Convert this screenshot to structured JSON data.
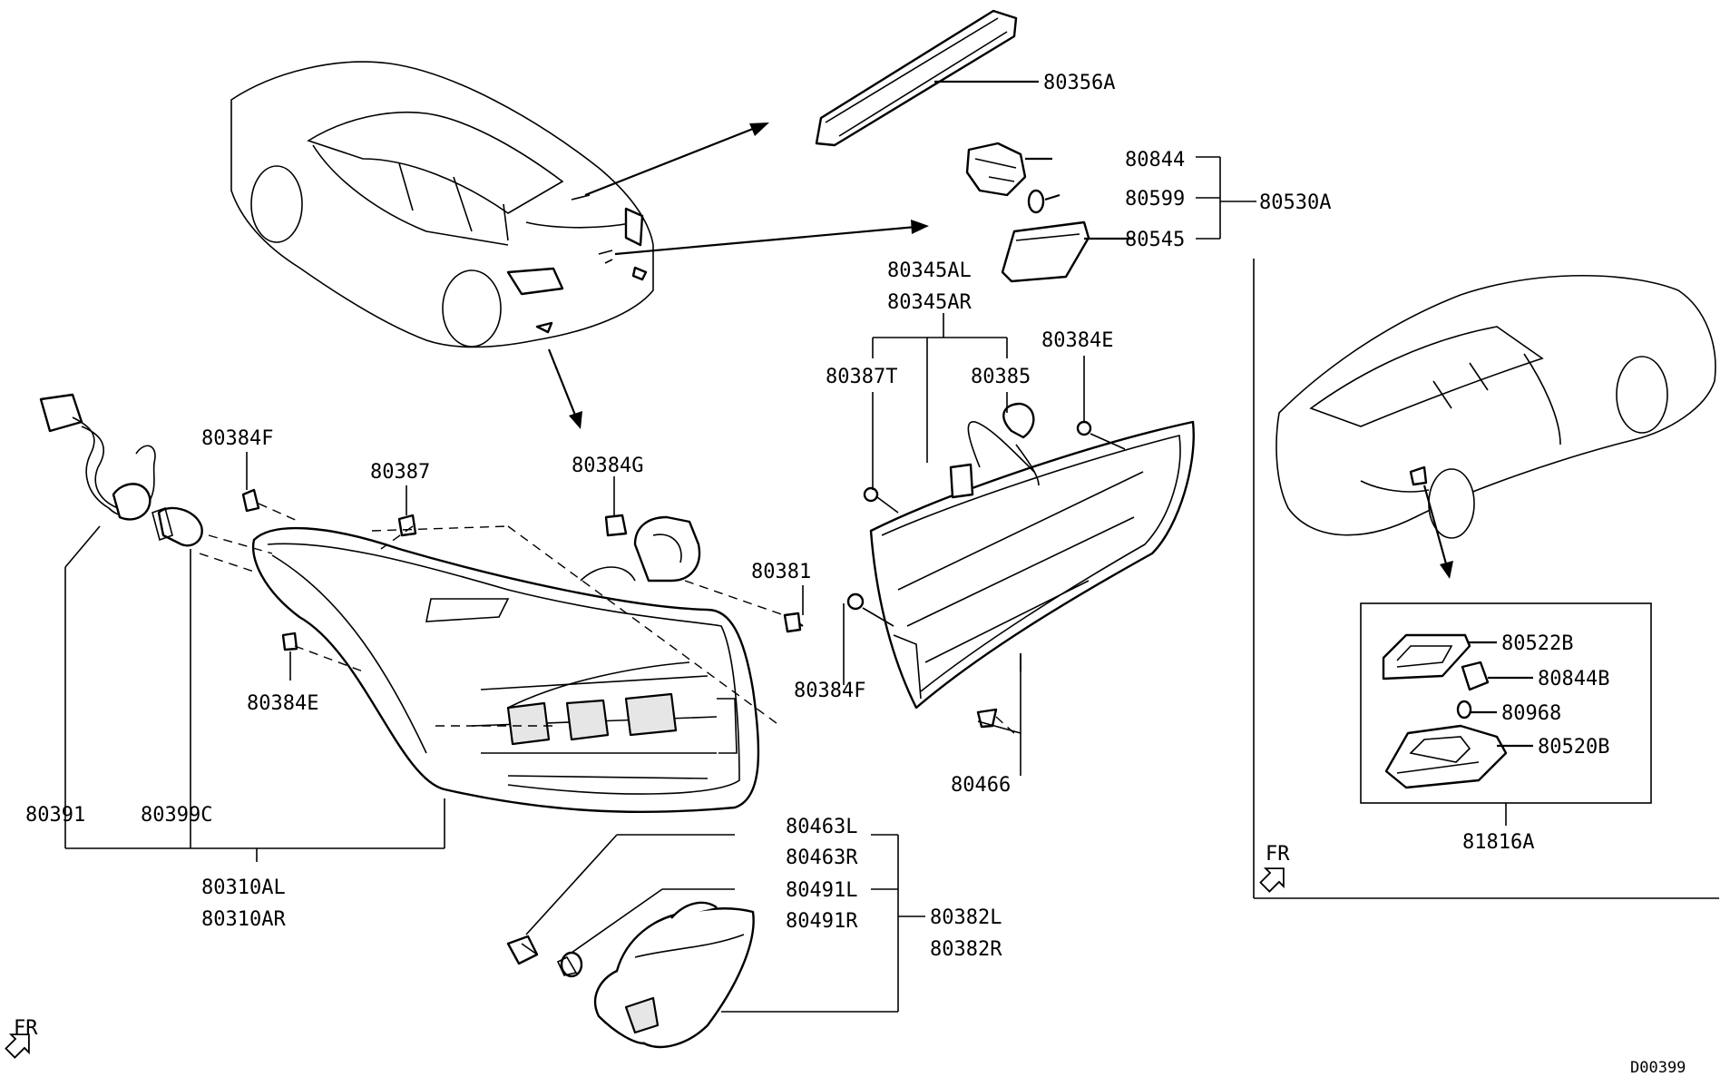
{
  "labels": {
    "p80356A": "80356A",
    "p80844": "80844",
    "p80599": "80599",
    "p80545": "80545",
    "p80530A": "80530A",
    "p80345AL": "80345AL",
    "p80345AR": "80345AR",
    "p80387T": "80387T",
    "p80385": "80385",
    "p80384E_top": "80384E",
    "p80384F_left": "80384F",
    "p80387": "80387",
    "p80384G": "80384G",
    "p80381": "80381",
    "p80384F_mid": "80384F",
    "p80384E_left": "80384E",
    "p80466": "80466",
    "p80391": "80391",
    "p80399C": "80399C",
    "p80310AL": "80310AL",
    "p80310AR": "80310AR",
    "p80463L": "80463L",
    "p80463R": "80463R",
    "p80491L": "80491L",
    "p80491R": "80491R",
    "p80382L": "80382L",
    "p80382R": "80382R",
    "p80522B": "80522B",
    "p80844B": "80844B",
    "p80968": "80968",
    "p80520B": "80520B",
    "p81816A": "81816A"
  },
  "orientation_marks": {
    "fr_left": "FR",
    "fr_right": "FR"
  },
  "diagram_code": "D00399"
}
